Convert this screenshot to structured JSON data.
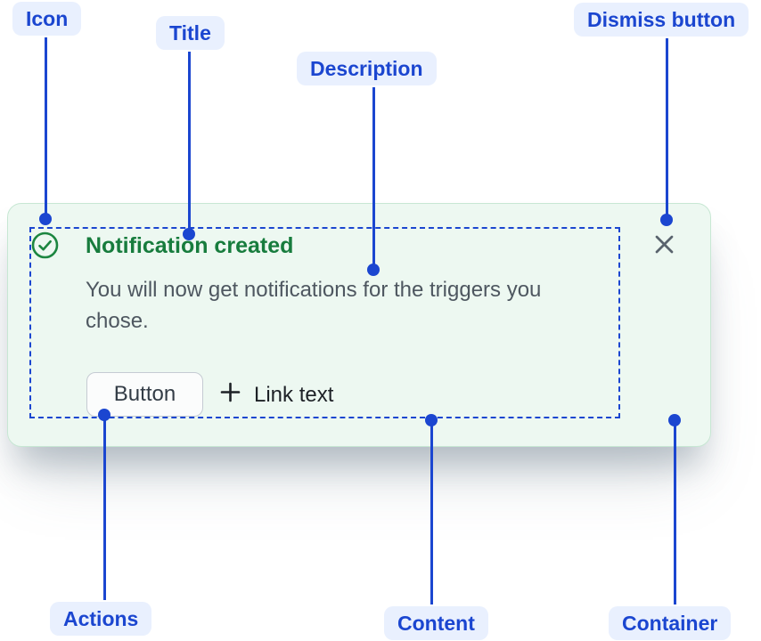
{
  "annotations": {
    "icon": "Icon",
    "title": "Title",
    "description": "Description",
    "dismiss_button": "Dismiss button",
    "actions": "Actions",
    "content": "Content",
    "container": "Container"
  },
  "notification": {
    "title": "Notification created",
    "description": "You will now get notifications for the triggers you chose.",
    "actions": {
      "button_label": "Button",
      "link_label": "Link text"
    },
    "icons": {
      "status": "success-check-icon",
      "link_prefix": "plus-icon",
      "dismiss": "close-icon"
    }
  },
  "colors": {
    "annotation_accent": "#1B46D0",
    "annotation_pill_bg": "#E9F0FE",
    "card_background": "#EDF8F1",
    "card_border": "#C7E7D3",
    "title_green": "#177C3D",
    "icon_green": "#1C8640",
    "description_text": "#4E5760",
    "dismiss_gray": "#59636D"
  }
}
